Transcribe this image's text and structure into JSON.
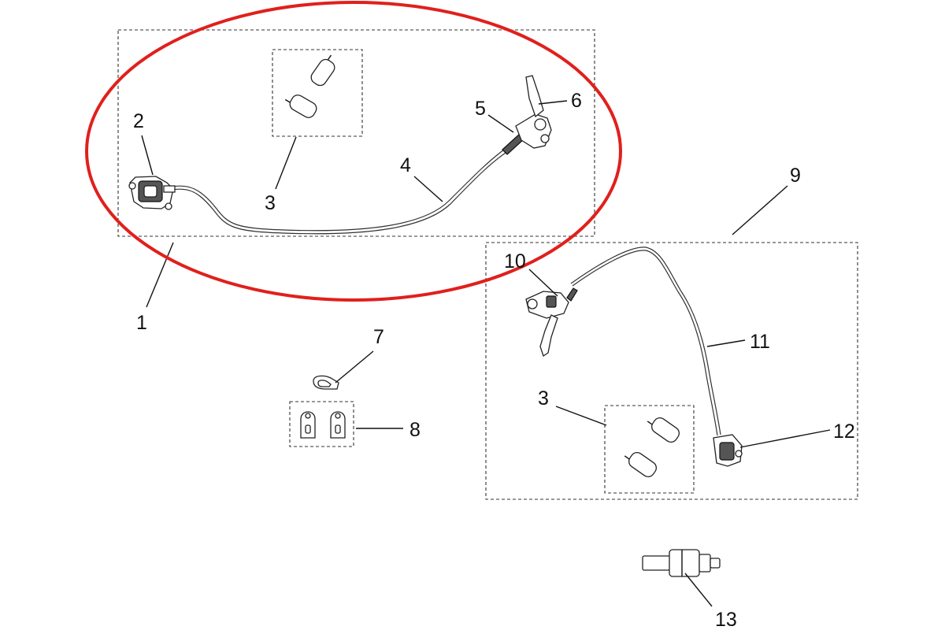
{
  "callouts": {
    "c1": "1",
    "c2": "2",
    "c3a": "3",
    "c3b": "3",
    "c4": "4",
    "c5": "5",
    "c6": "6",
    "c7": "7",
    "c8": "8",
    "c9": "9",
    "c10": "10",
    "c11": "11",
    "c12": "12",
    "c13": "13"
  },
  "colors": {
    "highlight": "#e0201c",
    "line": "#111111",
    "background": "#ffffff"
  }
}
